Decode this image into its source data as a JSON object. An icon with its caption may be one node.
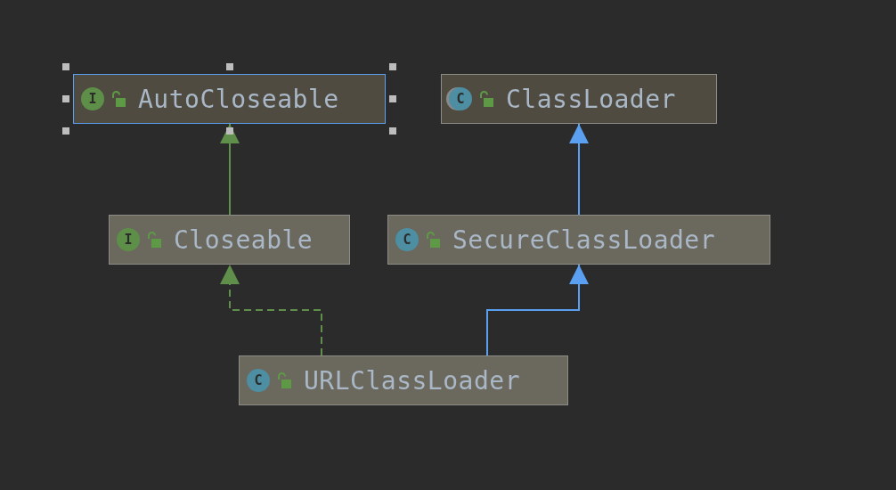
{
  "diagram": {
    "nodes": [
      {
        "text": [
          "I",
          "AutoCloseable"
        ]
      },
      {
        "text": [
          "C",
          "ClassLoader"
        ]
      },
      {
        "text": [
          "I",
          "Closeable"
        ]
      },
      {
        "text": [
          "C",
          "SecureClassLoader"
        ]
      },
      {
        "text": [
          "C",
          "URLClassLoader"
        ]
      }
    ],
    "edges": [
      {
        "from": 2,
        "to": 0,
        "arrow": "to",
        "color": "#5f8f4a"
      },
      {
        "from": 3,
        "to": 1,
        "arrow": "to",
        "color": "#5a9ff0"
      },
      {
        "from": 4,
        "to": 2,
        "arrow": "to",
        "style": "dashed",
        "color": "#5f8f4a"
      },
      {
        "from": 4,
        "to": 3,
        "arrow": "to",
        "color": "#5a9ff0"
      }
    ]
  }
}
